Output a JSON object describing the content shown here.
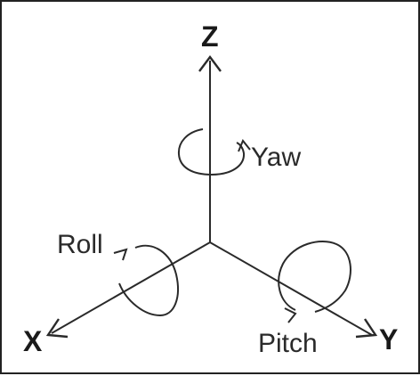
{
  "diagram": {
    "axes": {
      "z": "Z",
      "x": "X",
      "y": "Y"
    },
    "rotations": {
      "yaw": "Yaw",
      "roll": "Roll",
      "pitch": "Pitch"
    },
    "colors": {
      "stroke": "#2a2a2a",
      "border": "#222222",
      "background": "#ffffff"
    }
  }
}
